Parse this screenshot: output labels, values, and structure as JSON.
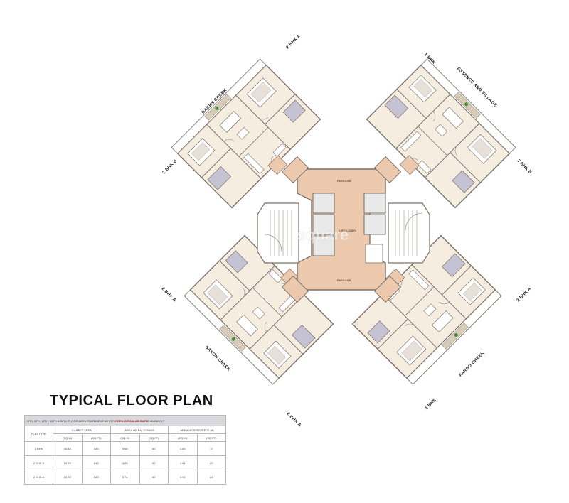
{
  "title": "TYPICAL FLOOR PLAN",
  "watermark": "square",
  "colors": {
    "corridor": "#ecc9ad",
    "room": "#f6ede1",
    "wall": "#7a7069",
    "deck": "#d8ccb9",
    "toilet": "#c5c2d3",
    "plant": "#3f8f3a",
    "table_header": "#d9d9dd"
  },
  "labels": {
    "nw_top": "2 BHK A",
    "nw_side": "BACKS CREEK",
    "nw_left": "2 BHK B",
    "ne_top": "1 BHK",
    "ne_side": "ESSENCE AND VILLAGE",
    "ne_right": "2 BHK B",
    "sw_left": "2 BHK A",
    "sw_side": "SAXON CREEK",
    "sw_bottom": "2 BHK A",
    "se_right": "2 BHK A",
    "se_side": "FARGO CREEK",
    "se_bottom": "1 BHK",
    "lobby_top": "PASSAGE",
    "lobby_mid": "LIFT LOBBY",
    "lobby_bottom": "PASSAGE"
  },
  "table": {
    "notice_prefix": "3RD, 8TH, 13TH, 18TH & 28TH FLOOR AREA STATEMENT AS PER",
    "notice_highlight": "RERA CIRCULAR DATED",
    "notice_date": "09/03/2017",
    "col_flat_type": "FLAT TYPE",
    "col_carpet": "CARPET AREA",
    "col_balconies": "AREA OF BALCONIES",
    "col_service": "AREA OF SERVICE SLAB",
    "unit_sqm": "(SQ.M)",
    "unit_sqft": "(SQ.FT)",
    "rows": [
      {
        "type": "1 BHK",
        "carpet_sqm": "40.43",
        "carpet_sqft": "435",
        "bal_sqm": "4.65",
        "bal_sqft": "50",
        "svc_sqm": "1.55",
        "svc_sqft": "17"
      },
      {
        "type": "2 BHK B",
        "carpet_sqm": "59.72",
        "carpet_sqft": "643",
        "bal_sqm": "4.85",
        "bal_sqft": "52",
        "svc_sqm": "1.84",
        "svc_sqft": "20"
      },
      {
        "type": "2 BHK A",
        "carpet_sqm": "59.72",
        "carpet_sqft": "643",
        "bal_sqm": "5.71",
        "bal_sqft": "62",
        "svc_sqm": "1.94",
        "svc_sqft": "21"
      }
    ]
  }
}
